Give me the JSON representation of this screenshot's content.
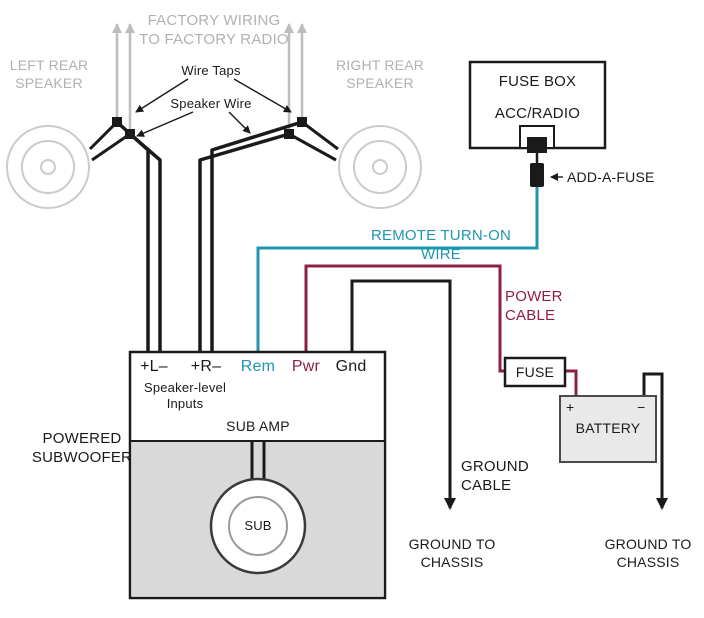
{
  "colors": {
    "wire_black": "#1a1a1a",
    "wire_gray": "#bdbdbd",
    "text_gray": "#b1b1b1",
    "remote_teal": "#1f97ae",
    "power_maroon": "#8e1f44",
    "amp_gray": "#d9d9d9",
    "battery_gray": "#e9e9e9"
  },
  "factory": {
    "wiring_label": "FACTORY WIRING\nTO FACTORY RADIO",
    "wire_taps_label": "Wire Taps",
    "speaker_wire_label": "Speaker Wire"
  },
  "speakers": {
    "left_label": "LEFT REAR\nSPEAKER",
    "right_label": "RIGHT REAR\nSPEAKER"
  },
  "fuse_box": {
    "title": "FUSE BOX",
    "slot": "ACC/RADIO",
    "add_a_fuse": "ADD-A-FUSE"
  },
  "wires": {
    "remote": "REMOTE TURN-ON WIRE",
    "power": "POWER\nCABLE",
    "ground": "GROUND\nCABLE",
    "ground_chassis": "GROUND TO\nCHASSIS"
  },
  "fuse": {
    "label": "FUSE"
  },
  "battery": {
    "label": "BATTERY",
    "plus": "+",
    "minus": "−"
  },
  "amp": {
    "terminals": [
      {
        "label": "+L–"
      },
      {
        "label": "+R–"
      },
      {
        "label": "Rem"
      },
      {
        "label": "Pwr"
      },
      {
        "label": "Gnd"
      }
    ],
    "speaker_level": "Speaker-level\nInputs",
    "title": "SUB AMP",
    "powered_label": "POWERED\nSUBWOOFER",
    "sub": "SUB"
  }
}
